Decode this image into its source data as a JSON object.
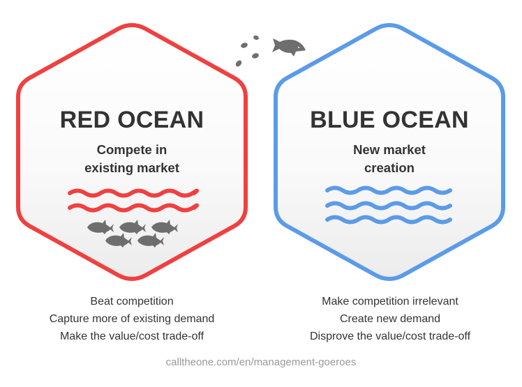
{
  "colors": {
    "red": "#f04040",
    "blue": "#5b9be8",
    "text": "#333333",
    "fish": "#6e6e6e",
    "source": "#9a9a9a"
  },
  "red_ocean": {
    "title": "RED OCEAN",
    "subtitle_line1": "Compete in",
    "subtitle_line2": "existing market",
    "wave_count": 2,
    "fish_count": 5,
    "bullets": [
      "Beat competition",
      "Capture more of existing demand",
      "Make the value/cost trade-off"
    ]
  },
  "blue_ocean": {
    "title": "BLUE OCEAN",
    "subtitle_line1": "New market",
    "subtitle_line2": "creation",
    "wave_count": 3,
    "bullets": [
      "Make competition irrelevant",
      "Create new demand",
      "Disprove the value/cost trade-off"
    ]
  },
  "jumping_fish": {
    "icon": "fish-icon",
    "droplets": 4
  },
  "source": "calltheone.com/en/management-goeroes"
}
